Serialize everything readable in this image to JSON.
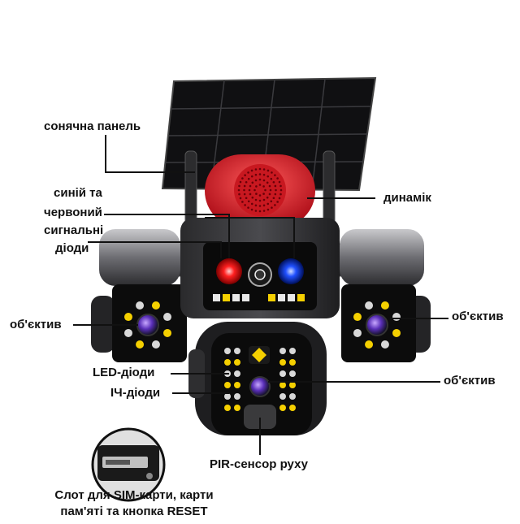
{
  "labels": {
    "solar_panel": "сонячна панель",
    "signal_leds_line1": "синій та",
    "signal_leds_line2": "червоний",
    "signal_leds_line3": "сигнальні",
    "signal_leds_line4": "діоди",
    "speaker": "динамік",
    "lens_left": "об'єктив",
    "lens_right": "об'єктив",
    "lens_center": "об'єктив",
    "led_diodes": "LED-діоди",
    "ir_diodes": "ІЧ-діоди",
    "pir_sensor": "PIR-сенсор руху",
    "slot_line1": "Слот для SIM-карти, карти",
    "slot_line2": "пам'яті та кнопка RESET"
  },
  "colors": {
    "body": "#1c1c1e",
    "panel": "#0b0b0b",
    "speaker_red": "#e8262c",
    "led_red": "#ff1a1a",
    "led_blue": "#1f4dff",
    "ir_led": "#d8d8d8",
    "white_led": "#f5d000",
    "lens": "#6a3cc8"
  }
}
